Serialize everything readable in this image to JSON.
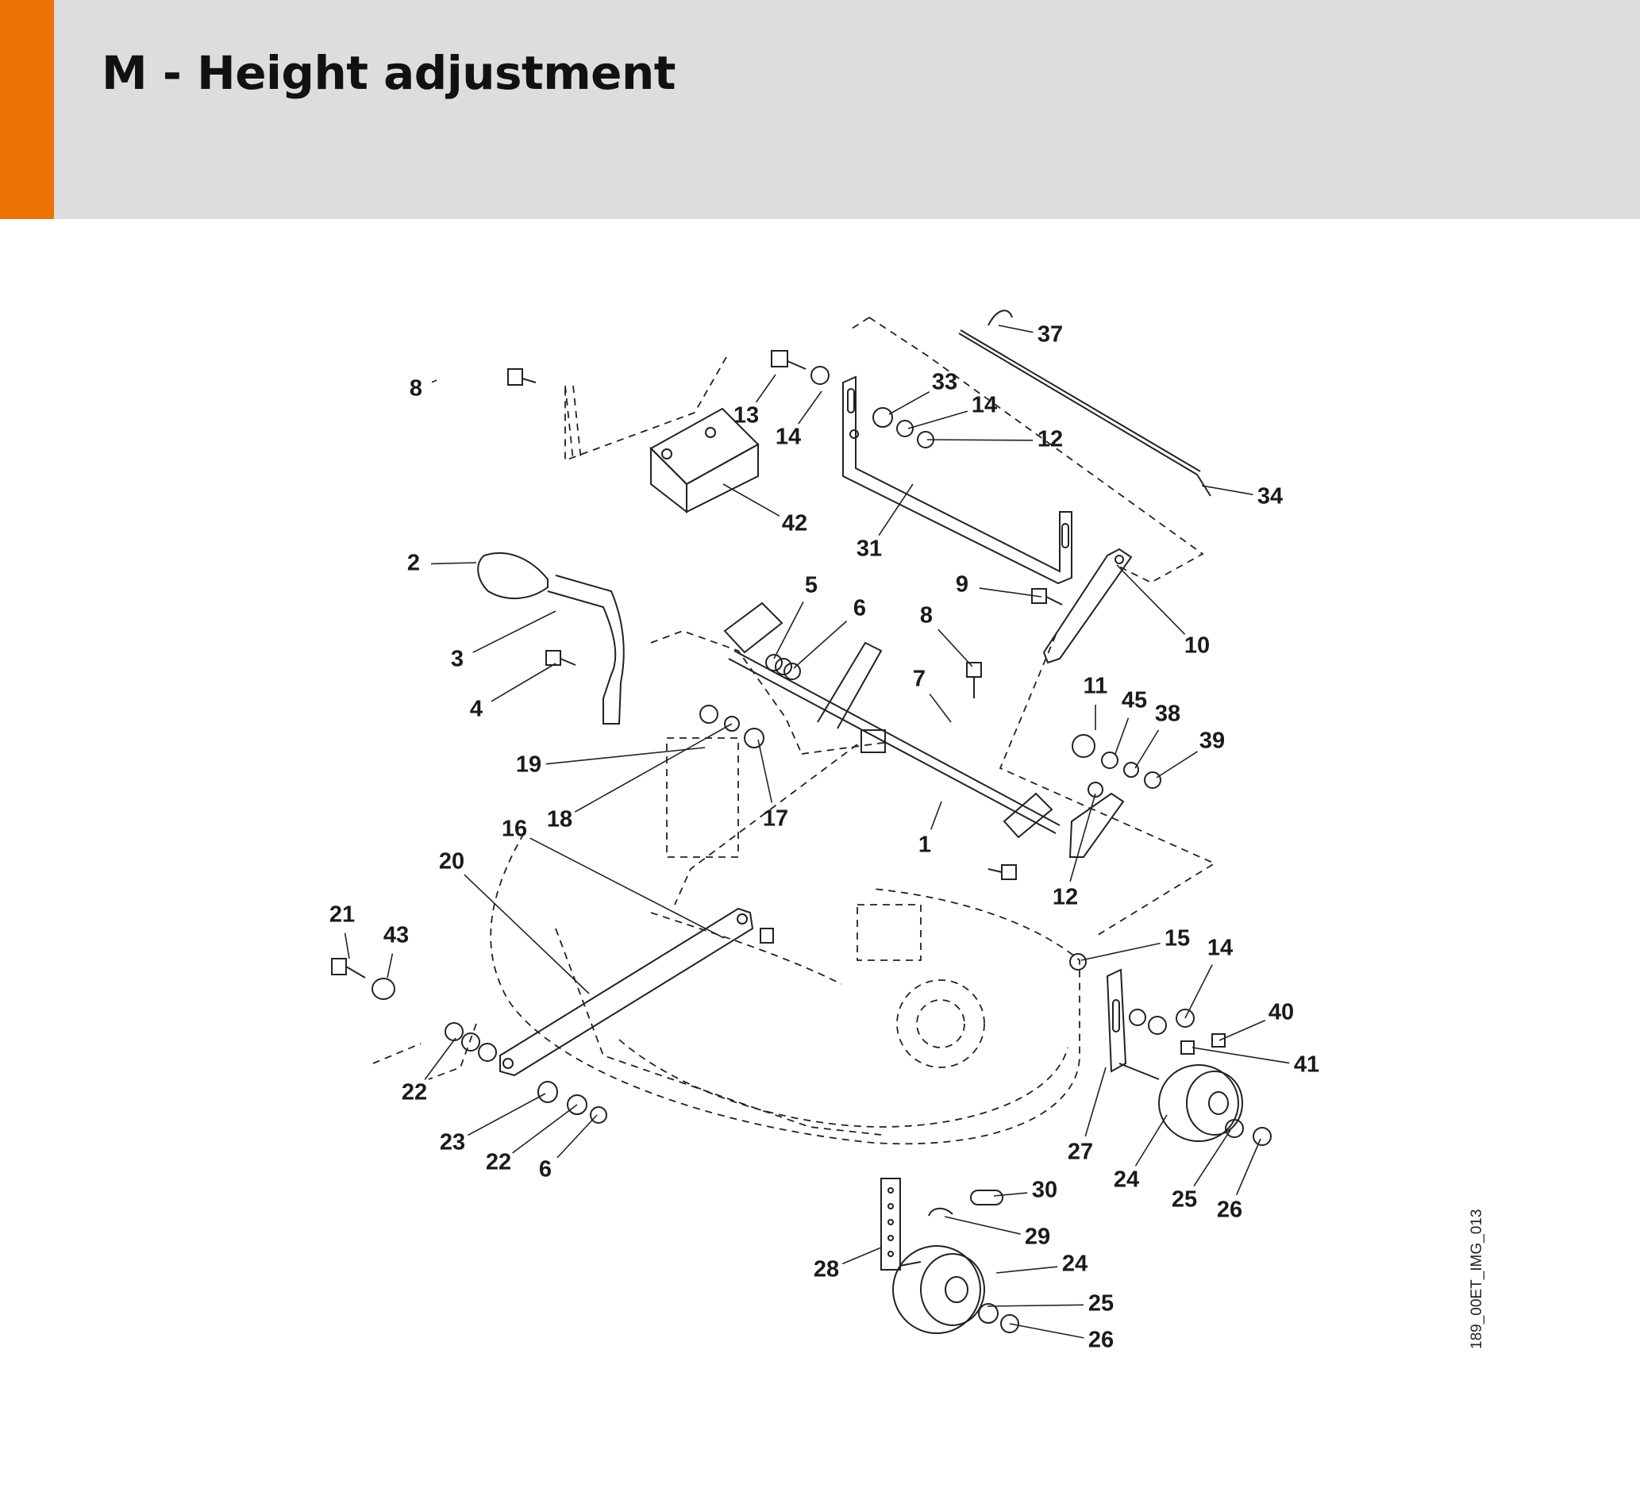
{
  "header": {
    "title": "M - Height adjustment",
    "accent_color": "#ee7203",
    "background_color": "#dcdddc"
  },
  "diagram": {
    "reference": "189_00ET_IMG_013",
    "callouts": [
      {
        "label": "37"
      },
      {
        "label": "8"
      },
      {
        "label": "13"
      },
      {
        "label": "14"
      },
      {
        "label": "33"
      },
      {
        "label": "14"
      },
      {
        "label": "12"
      },
      {
        "label": "34"
      },
      {
        "label": "42"
      },
      {
        "label": "31"
      },
      {
        "label": "2"
      },
      {
        "label": "3"
      },
      {
        "label": "4"
      },
      {
        "label": "5"
      },
      {
        "label": "6"
      },
      {
        "label": "9"
      },
      {
        "label": "10"
      },
      {
        "label": "8"
      },
      {
        "label": "7"
      },
      {
        "label": "11"
      },
      {
        "label": "45"
      },
      {
        "label": "38"
      },
      {
        "label": "39"
      },
      {
        "label": "19"
      },
      {
        "label": "18"
      },
      {
        "label": "17"
      },
      {
        "label": "16"
      },
      {
        "label": "1"
      },
      {
        "label": "12"
      },
      {
        "label": "20"
      },
      {
        "label": "21"
      },
      {
        "label": "43"
      },
      {
        "label": "15"
      },
      {
        "label": "14"
      },
      {
        "label": "40"
      },
      {
        "label": "41"
      },
      {
        "label": "22"
      },
      {
        "label": "23"
      },
      {
        "label": "22"
      },
      {
        "label": "6"
      },
      {
        "label": "27"
      },
      {
        "label": "24"
      },
      {
        "label": "25"
      },
      {
        "label": "26"
      },
      {
        "label": "30"
      },
      {
        "label": "29"
      },
      {
        "label": "28"
      },
      {
        "label": "24"
      },
      {
        "label": "25"
      },
      {
        "label": "26"
      }
    ]
  }
}
